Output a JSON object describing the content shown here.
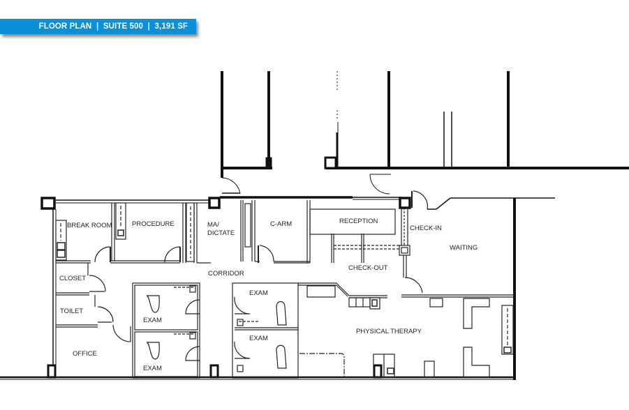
{
  "banner": {
    "title": "FLOOR PLAN",
    "separator": "|",
    "suite": "SUITE 500",
    "area": "3,191 SF",
    "color": "#0b8fd6"
  },
  "rooms": {
    "break_room": "BREAK ROOM",
    "procedure": "PROCEDURE",
    "ma_dictate_line1": "MA/",
    "ma_dictate_line2": "DICTATE",
    "c_arm": "C-ARM",
    "reception": "RECEPTION",
    "check_in": "CHECK-IN",
    "waiting": "WAITING",
    "closet": "CLOSET",
    "corridor": "CORRIDOR",
    "check_out": "CHECK-OUT",
    "toilet": "TOILET",
    "office": "OFFICE",
    "exam_1": "EXAM",
    "exam_2": "EXAM",
    "exam_3": "EXAM",
    "exam_4": "EXAM",
    "physical_therapy": "PHYSICAL THERAPY"
  },
  "colors": {
    "wall": "#111111",
    "line": "#333333"
  }
}
